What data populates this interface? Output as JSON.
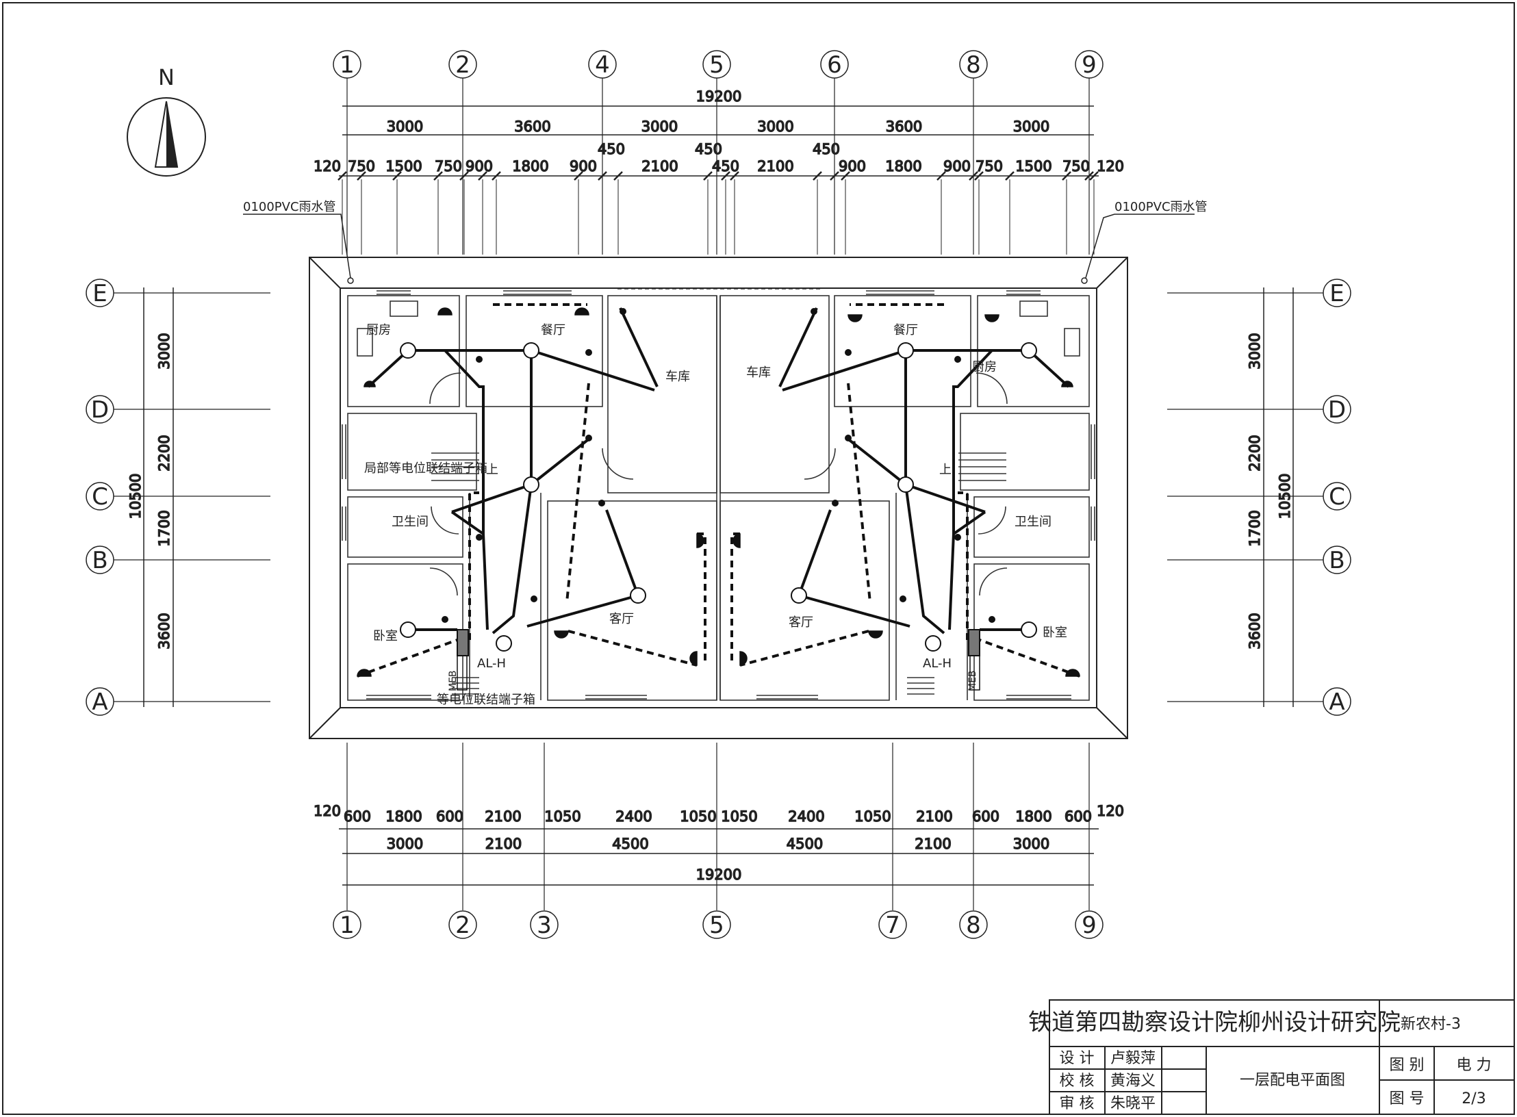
{
  "north_label": "N",
  "rain_pipe_label": "0100PVC雨水管",
  "axes_top": [
    "1",
    "2",
    "4",
    "5",
    "6",
    "8",
    "9"
  ],
  "axes_bottom": [
    "1",
    "2",
    "3",
    "5",
    "7",
    "8",
    "9"
  ],
  "axes_rows": [
    "E",
    "D",
    "C",
    "B",
    "A"
  ],
  "top_dims": {
    "total": "19200",
    "row2": [
      "3000",
      "3600",
      "3000",
      "3000",
      "3600",
      "3000"
    ],
    "row3": [
      "120",
      "750",
      "1500",
      "750",
      "900",
      "1800",
      "900",
      "2100",
      "450",
      "2100",
      "900",
      "1800",
      "900",
      "750",
      "1500",
      "750",
      "120"
    ],
    "offsets": [
      "450",
      "450",
      "450"
    ]
  },
  "bottom_dims": {
    "total": "19200",
    "row2": [
      "3000",
      "2100",
      "4500",
      "4500",
      "2100",
      "3000"
    ],
    "row3": [
      "120",
      "600",
      "1800",
      "600",
      "2100",
      "1050",
      "2400",
      "1050",
      "1050",
      "2400",
      "1050",
      "2100",
      "600",
      "1800",
      "600",
      "120"
    ]
  },
  "side_dims": {
    "outer": "10500",
    "inner": [
      "3000",
      "2200",
      "1700",
      "3600"
    ]
  },
  "rooms": {
    "kitchen": "厨房",
    "dining": "餐厅",
    "garage": "车库",
    "bath": "卫生间",
    "bedroom": "卧室",
    "living": "客厅"
  },
  "stair_up": "上",
  "local_bonding_box": "局部等电位联结端子箱",
  "main_bonding_box": "等电位联结端子箱",
  "panel_label": "AL-H",
  "meb_label": "MEB",
  "title_block": {
    "org": "铁道第四勘察设计院柳州设计研究院",
    "project": "新农村-3",
    "row_labels": [
      "设 计",
      "校 核",
      "审 核"
    ],
    "people": [
      "卢毅萍",
      "黄海义",
      "朱晓平"
    ],
    "drawing_title": "一层配电平面图",
    "cat_label": "图 别",
    "cat_value": "电 力",
    "num_label": "图 号",
    "num_value": "2/3"
  }
}
